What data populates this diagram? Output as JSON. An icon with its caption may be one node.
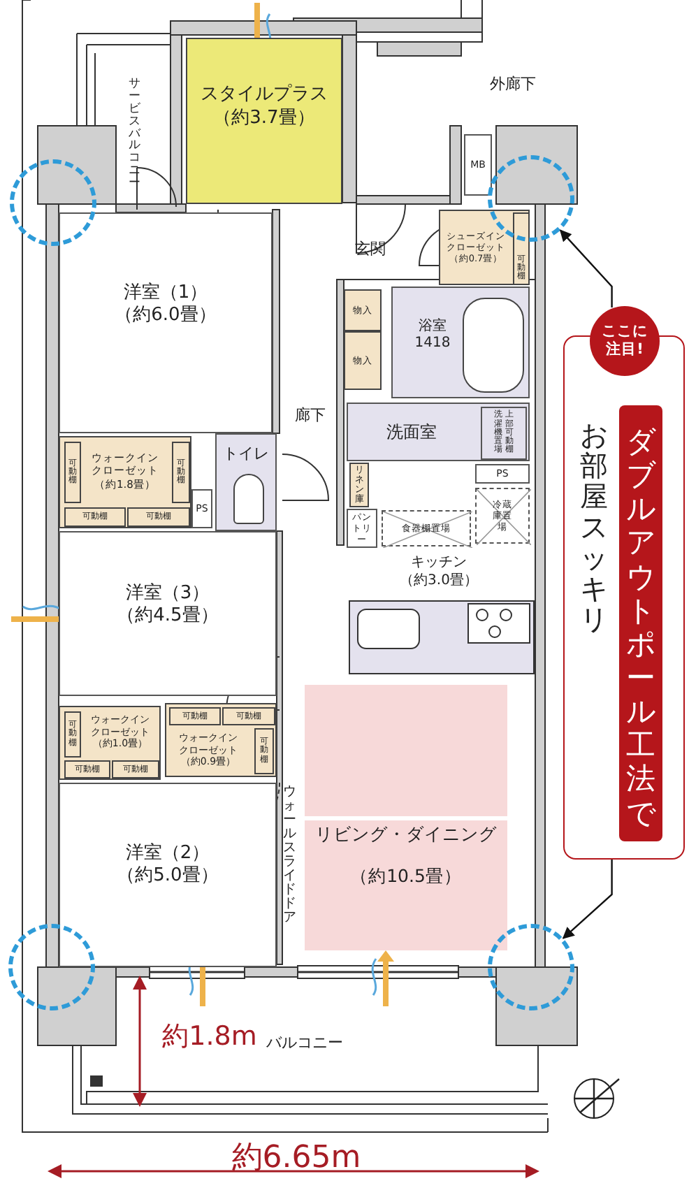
{
  "diagram": {
    "nodes": [
      {
        "text": [
          "サービスバルコニー"
        ]
      },
      {
        "text": [
          "スタイルプラス",
          "（約3.7畳）"
        ]
      },
      {
        "text": [
          "MB"
        ]
      },
      {
        "text": [
          "シューズインクローゼット",
          "（約0.7畳）"
        ]
      },
      {
        "text": [
          "可動棚"
        ],
        "in": 3
      },
      {
        "text": [
          "洋室（1）",
          "（約6.0畳）"
        ]
      },
      {
        "text": [
          "物入"
        ]
      },
      {
        "text": [
          "物入"
        ]
      },
      {
        "text": [
          "浴室",
          "1418"
        ]
      },
      {
        "text": [
          "ウォークインクローゼット",
          "（約1.8畳）"
        ]
      },
      {
        "text": [
          "可動棚"
        ],
        "in": 9
      },
      {
        "text": [
          "可動棚"
        ],
        "in": 9
      },
      {
        "text": [
          "可動棚"
        ],
        "in": 9
      },
      {
        "text": [
          "可動棚"
        ],
        "in": 9
      },
      {
        "text": [
          "PS"
        ]
      },
      {
        "text": [
          "トイレ"
        ]
      },
      {
        "text": [
          "洗面室"
        ]
      },
      {
        "text": [
          "洗濯機置場",
          "上部可動棚"
        ],
        "in": 16
      },
      {
        "text": [
          "リネン庫"
        ]
      },
      {
        "text": [
          "PS"
        ]
      },
      {
        "text": [
          "パントリー"
        ]
      },
      {
        "text": [
          "食器棚置場"
        ]
      },
      {
        "text": [
          "冷蔵庫置場"
        ]
      },
      {
        "text": [
          "キッチン",
          "（約3.0畳）"
        ]
      },
      {
        "text": [
          "洋室（3）",
          "（約4.5畳）"
        ]
      },
      {
        "text": [
          "ウォークインクローゼット",
          "（約1.0畳）"
        ]
      },
      {
        "text": [
          "可動棚"
        ],
        "in": 25
      },
      {
        "text": [
          "可動棚"
        ],
        "in": 25
      },
      {
        "text": [
          "可動棚"
        ],
        "in": 25
      },
      {
        "text": [
          "ウォークインクローゼット",
          "（約0.9畳）"
        ]
      },
      {
        "text": [
          "可動棚"
        ],
        "in": 29
      },
      {
        "text": [
          "可動棚"
        ],
        "in": 29
      },
      {
        "text": [
          "可動棚"
        ],
        "in": 29
      },
      {
        "text": [
          "リビング・ダイニング",
          "（約10.5畳）"
        ]
      },
      {
        "text": [
          "洋室（2）",
          "（約5.0畳）"
        ]
      },
      {
        "text": [
          "ここに注目!",
          "お部屋スッキリ",
          "ダブルアウトポール工法で"
        ]
      },
      {
        "text": [],
        "shape": "circle"
      },
      {
        "text": [],
        "shape": "circle"
      },
      {
        "text": [],
        "shape": "circle"
      },
      {
        "text": [],
        "shape": "circle"
      }
    ],
    "edges": [
      {
        "from": 35,
        "to": 37,
        "arrow": "to"
      },
      {
        "from": 35,
        "to": 39,
        "arrow": "to"
      }
    ],
    "labels": [
      "外廊下",
      "玄関",
      "廊下",
      "ウォールスライドドア",
      "バルコニー",
      "約1.8m",
      "約6.65m"
    ]
  }
}
